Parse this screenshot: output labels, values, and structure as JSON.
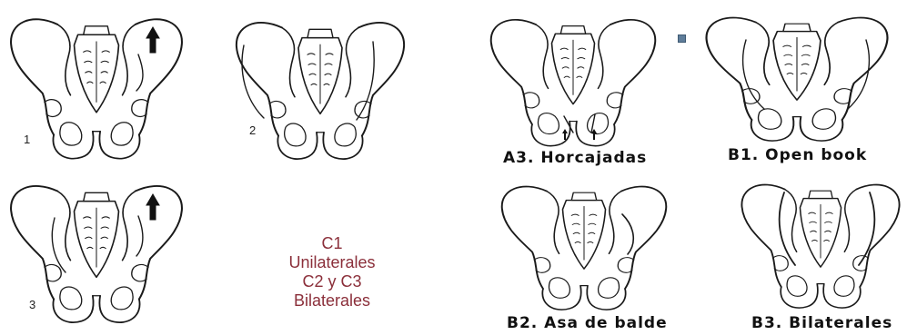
{
  "figures_left": [
    {
      "id": "1",
      "label": "1",
      "arrow": true
    },
    {
      "id": "2",
      "label": "2",
      "arrow": false
    },
    {
      "id": "3",
      "label": "3",
      "arrow": true
    }
  ],
  "legend": {
    "line1": "C1",
    "line2": "Unilaterales",
    "line3": "C2 y C3",
    "line4": "Bilaterales"
  },
  "figures_right": [
    {
      "id": "a3",
      "caption": "A3. Horcajadas"
    },
    {
      "id": "b1",
      "caption": "B1. Open book"
    },
    {
      "id": "b2",
      "caption": "B2. Asa de balde"
    },
    {
      "id": "b3",
      "caption": "B3. Bilaterales"
    }
  ],
  "colors": {
    "ink": "#1a1a1a",
    "legend_text": "#8b2f3a",
    "marker": "#5f7d9a"
  }
}
